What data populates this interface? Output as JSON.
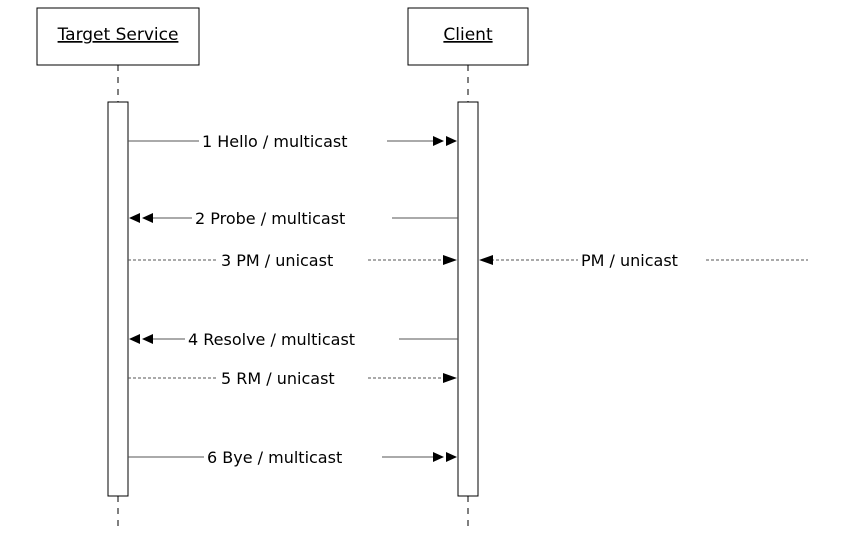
{
  "participants": {
    "target_service": "Target Service",
    "client": "Client"
  },
  "messages": [
    {
      "id": "m1",
      "label": "1 Hello / multicast"
    },
    {
      "id": "m2",
      "label": "2 Probe / multicast"
    },
    {
      "id": "m3",
      "label": "3 PM / unicast"
    },
    {
      "id": "m4",
      "label": "4 Resolve / multicast"
    },
    {
      "id": "m5",
      "label": "5 RM / unicast"
    },
    {
      "id": "m6",
      "label": "6 Bye / multicast"
    },
    {
      "id": "m7",
      "label": "PM / unicast"
    }
  ]
}
